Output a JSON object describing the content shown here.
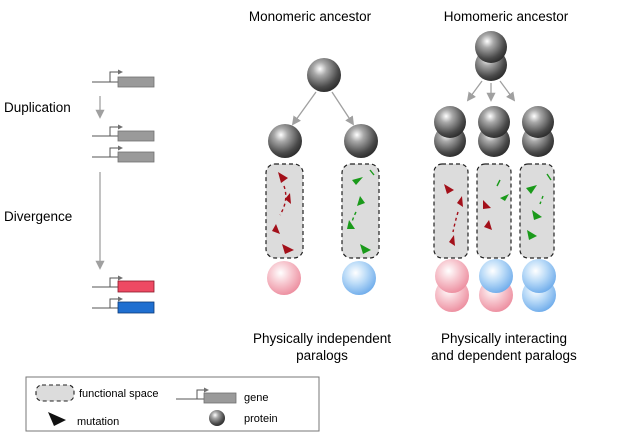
{
  "left": {
    "duplication_label": "Duplication",
    "divergence_label": "Divergence"
  },
  "titles": {
    "monomeric": "Monomeric ancestor",
    "homomeric": "Homomeric ancestor"
  },
  "captions": {
    "independent_line1": "Physically independent",
    "independent_line2": "paralogs",
    "dependent_line1": "Physically interacting",
    "dependent_line2": "and dependent paralogs"
  },
  "legend": {
    "functional_space": "functional space",
    "gene": "gene",
    "mutation": "mutation",
    "protein": "protein"
  },
  "colors": {
    "gene_ancestral": "#9a9a9a",
    "gene_red": "#ee4a63",
    "gene_blue": "#1f6fd0",
    "mutation_red": "#a3101a",
    "mutation_green": "#1a9a1a",
    "functional_fill": "#dcdcdc",
    "arrow_grey": "#a0a0a0"
  }
}
